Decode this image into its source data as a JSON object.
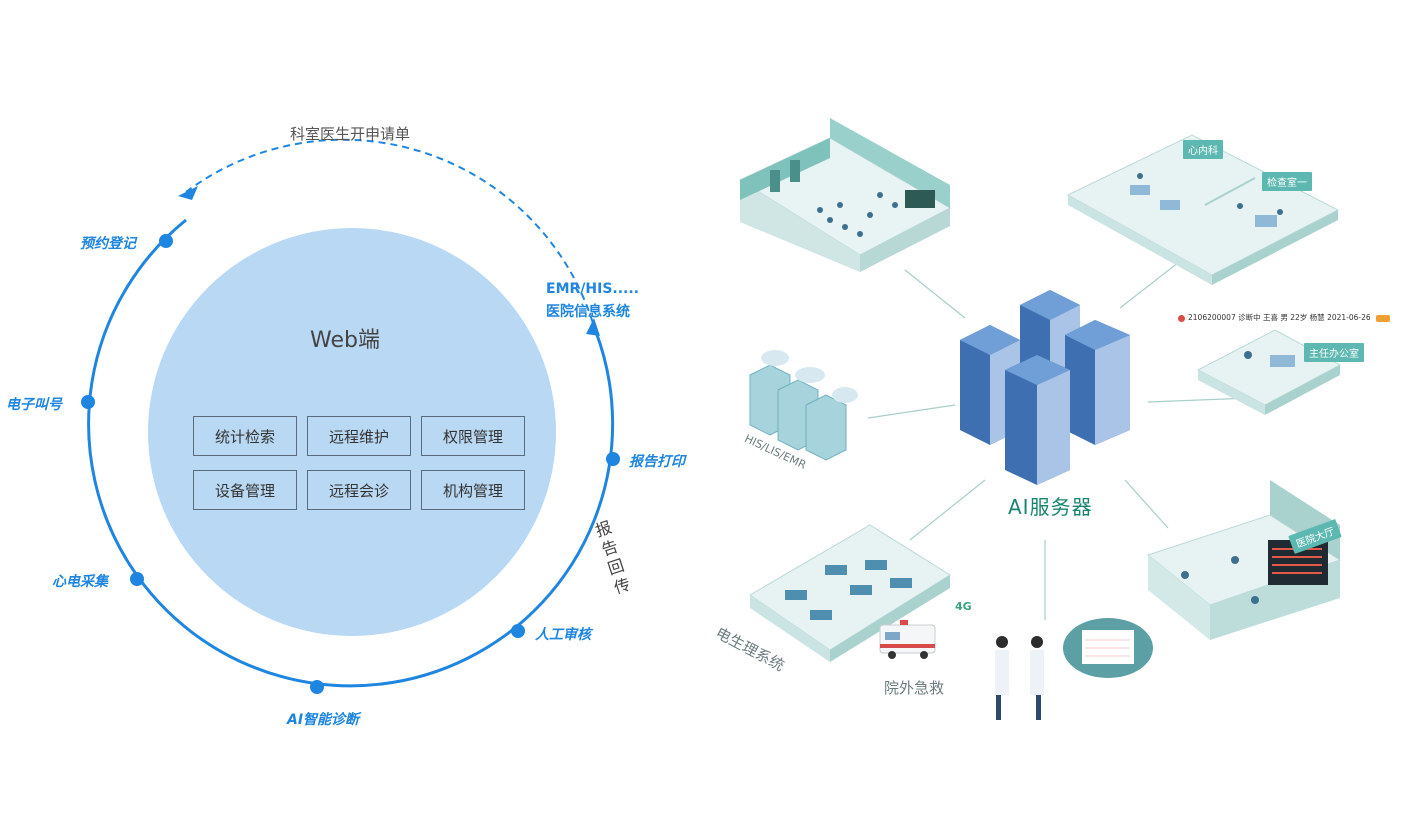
{
  "cycle": {
    "top_label": "科室医生开申请单",
    "center_title": "Web端",
    "modules": [
      "统计检索",
      "远程维护",
      "权限管理",
      "设备管理",
      "远程会诊",
      "机构管理"
    ],
    "steps": {
      "booking": "预约登记",
      "calling": "电子叫号",
      "ecg": "心电采集",
      "ai": "AI智能诊断",
      "review": "人工审核",
      "print": "报告打印"
    },
    "emr_line1": "EMR/HIS.....",
    "emr_line2": "医院信息系统",
    "return_chars": [
      "报",
      "告",
      "回",
      "传"
    ]
  },
  "network": {
    "server_label": "AI服务器",
    "his_label": "HIS/LIS/EMR",
    "ep_label": "电生理系统",
    "ambulance_label": "院外急救",
    "badge_4g": "4G",
    "tag_cardio": "心内科",
    "tag_exam": "检查室一",
    "tag_director": "主任办公室",
    "tag_hall": "医院大厅",
    "status_text": "2106200007  诊断中  王喜 男 22岁 杨慧 2021-06-26"
  },
  "colors": {
    "accent_blue": "#1e86e0",
    "circle_fill": "#b9d8f3",
    "teal": "#5cb8b0",
    "server_blue": "#3e6fb0"
  }
}
